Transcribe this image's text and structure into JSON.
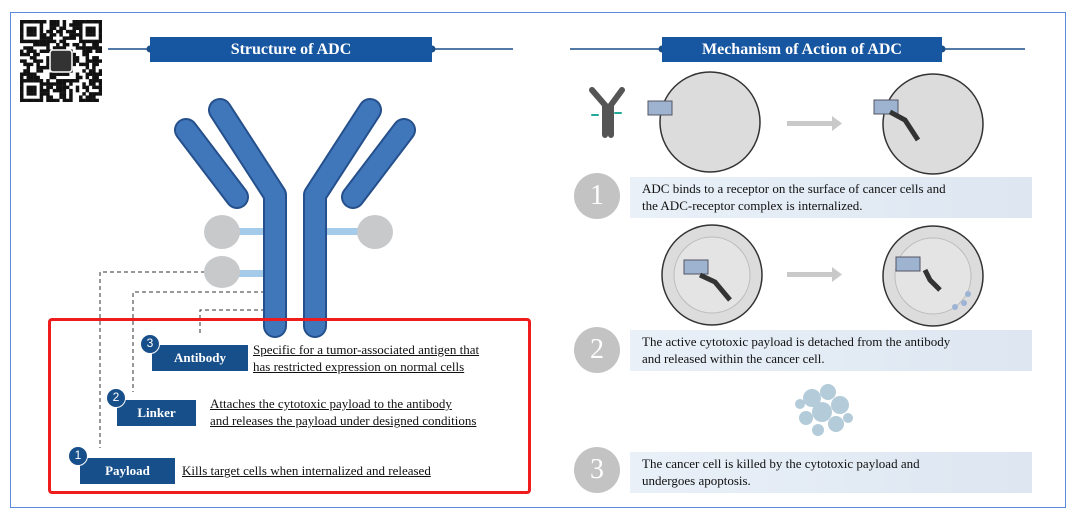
{
  "structure": {
    "title": "Structure of ADC",
    "components": [
      {
        "number": "3",
        "label": "Antibody",
        "description": [
          "Specific for a tumor-associated antigen that",
          "has restricted expression on normal cells"
        ]
      },
      {
        "number": "2",
        "label": "Linker",
        "description": [
          "Attaches the cytotoxic payload to the antibody",
          "and releases the payload under designed conditions"
        ]
      },
      {
        "number": "1",
        "label": "Payload",
        "description": [
          "Kills target cells when internalized and released"
        ]
      }
    ]
  },
  "mechanism": {
    "title": "Mechanism of Action of ADC",
    "steps": [
      {
        "number": "1",
        "text": [
          "ADC binds to a receptor on the surface of cancer cells and",
          "the ADC-receptor complex is internalized."
        ]
      },
      {
        "number": "2",
        "text": [
          "The active cytotoxic payload is detached from the antibody",
          "and released within the cancer cell."
        ]
      },
      {
        "number": "3",
        "text": [
          "The cancer cell is killed by the cytotoxic payload and",
          "undergoes apoptosis."
        ]
      }
    ]
  },
  "colors": {
    "banner": "#1756a0",
    "antibody": "#3f74b8",
    "highlight": "#ee1c1c"
  }
}
